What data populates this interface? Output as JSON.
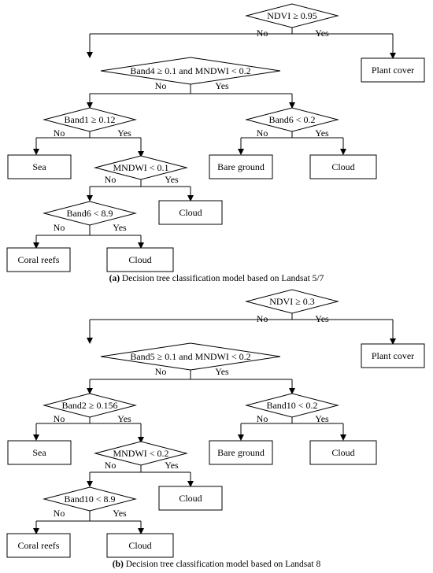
{
  "diagram": {
    "trees": [
      {
        "caption_label": "(a)",
        "caption_text": " Decision tree classification model based on Landsat 5/7",
        "n1": "NDVI ≥ 0.95",
        "n2": "Band4 ≥ 0.1 and MNDWI < 0.2",
        "n3": "Band1 ≥ 0.12",
        "n4": "Band6 < 0.2",
        "n5": "MNDWI < 0.1",
        "n6": "Band6 < 8.9",
        "r_plant": "Plant cover",
        "r_sea": "Sea",
        "r_bare": "Bare ground",
        "r_cloud1": "Cloud",
        "r_cloud2": "Cloud",
        "r_coral": "Coral reefs",
        "r_cloud3": "Cloud"
      },
      {
        "caption_label": "(b)",
        "caption_text": " Decision tree classification model based on Landsat 8",
        "n1": "NDVI ≥ 0.3",
        "n2": "Band5 ≥ 0.1 and MNDWI < 0.2",
        "n3": "Band2 ≥ 0.156",
        "n4": "Band10 < 0.2",
        "n5": "MNDWI < 0.2",
        "n6": "Band10 < 8.9",
        "r_plant": "Plant cover",
        "r_sea": "Sea",
        "r_bare": "Bare ground",
        "r_cloud1": "Cloud",
        "r_cloud2": "Cloud",
        "r_coral": "Coral reefs",
        "r_cloud3": "Cloud"
      }
    ],
    "no_label": "No",
    "yes_label": "Yes"
  }
}
